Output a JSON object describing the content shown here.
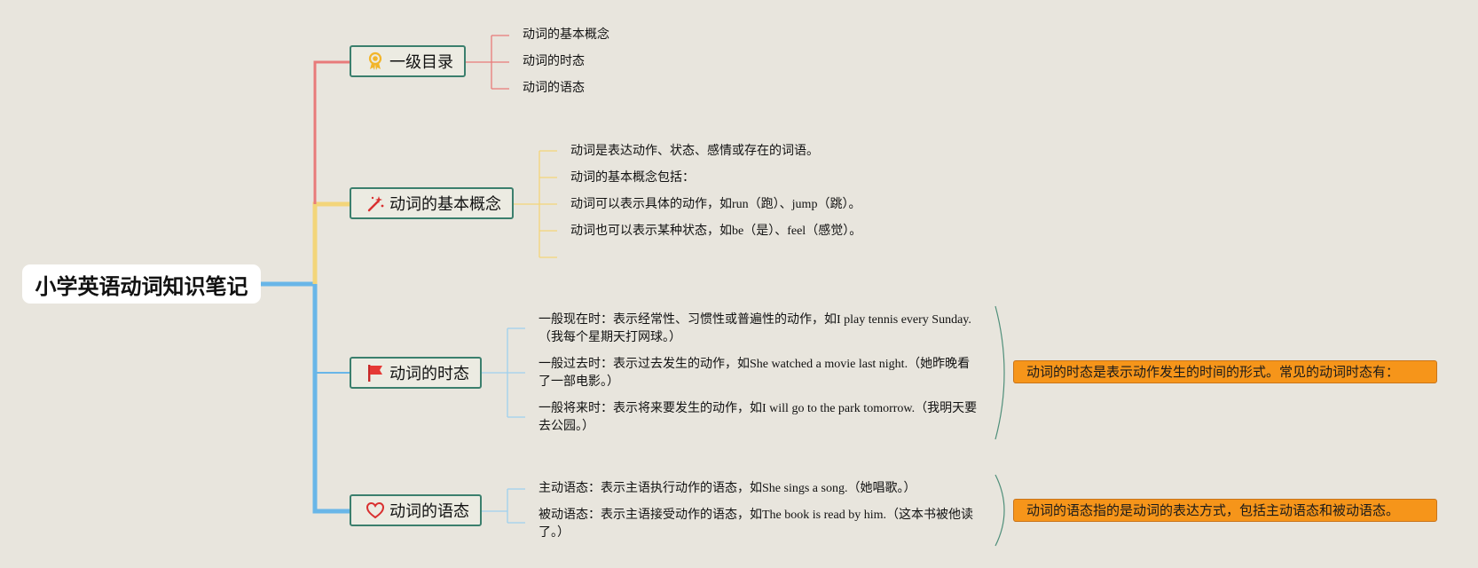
{
  "root": {
    "title": "小学英语动词知识笔记"
  },
  "branches": [
    {
      "label": "一级目录",
      "icon": "award-ribbon-icon",
      "color": "#e87a7a",
      "items": [
        "动词的基本概念",
        "动词的时态",
        "动词的语态"
      ]
    },
    {
      "label": "动词的基本概念",
      "icon": "magic-wand-icon",
      "color": "#f3d57a",
      "items": [
        "动词是表达动作、状态、感情或存在的词语。",
        "动词的基本概念包括：",
        "动词可以表示具体的动作，如run（跑）、jump（跳）。",
        "动词也可以表示某种状态，如be（是）、feel（感觉）。"
      ]
    },
    {
      "label": "动词的时态",
      "icon": "red-flag-icon",
      "color": "#69b6e8",
      "items": [
        "一般现在时：表示经常性、习惯性或普遍性的动作，如I play tennis every Sunday.（我每个星期天打网球。）",
        "一般过去时：表示过去发生的动作，如She watched a movie last night.（她昨晚看了一部电影。）",
        "一般将来时：表示将来要发生的动作，如I will go to the park tomorrow.（我明天要去公园。）"
      ],
      "summary": "动词的时态是表示动作发生的时间的形式。常见的动词时态有："
    },
    {
      "label": "动词的语态",
      "icon": "heart-icon",
      "color": "#69b6e8",
      "items": [
        "主动语态：表示主语执行动作的语态，如She sings a song.（她唱歌。）",
        "被动语态：表示主语接受动作的语态，如The book is read by him.（这本书被他读了。）"
      ],
      "summary": "动词的语态指的是动词的表达方式，包括主动语态和被动语态。"
    }
  ],
  "colors": {
    "background": "#e8e5dd",
    "node_border": "#3b7f6d",
    "note_fill": "#f6951a"
  }
}
